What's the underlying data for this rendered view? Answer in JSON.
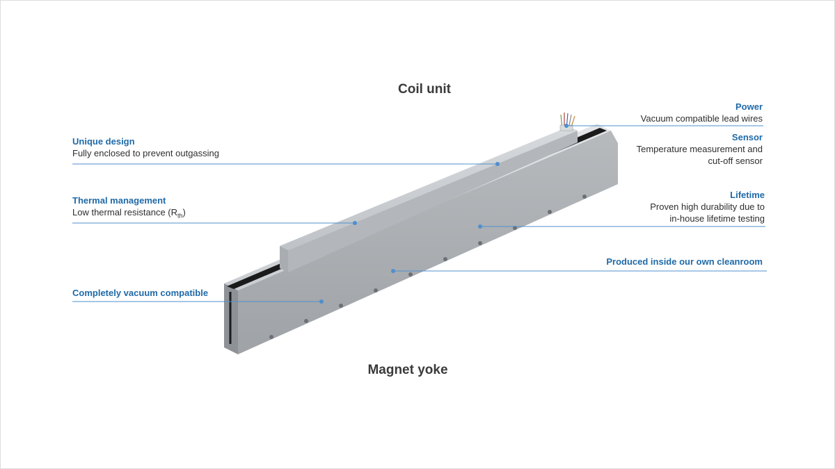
{
  "titles": {
    "top": "Coil unit",
    "bottom": "Magnet yoke"
  },
  "callouts": {
    "unique_design": {
      "heading": "Unique design",
      "text": "Fully enclosed to prevent outgassing"
    },
    "thermal": {
      "heading": "Thermal management",
      "text_prefix": "Low thermal resistance (R",
      "text_sub": "th",
      "text_suffix": ")"
    },
    "vacuum": {
      "heading": "Completely vacuum compatible"
    },
    "power": {
      "heading": "Power",
      "text": "Vacuum compatible lead wires"
    },
    "sensor": {
      "heading": "Sensor",
      "text1": "Temperature measurement and",
      "text2": "cut-off sensor"
    },
    "lifetime": {
      "heading": "Lifetime",
      "text1": "Proven high durability due to",
      "text2": "in-house lifetime testing"
    },
    "cleanroom": {
      "heading": "Produced inside our own cleanroom"
    }
  },
  "colors": {
    "accent": "#1f6aa8",
    "leader": "#4f8fcc",
    "text": "#2e2e2e"
  }
}
